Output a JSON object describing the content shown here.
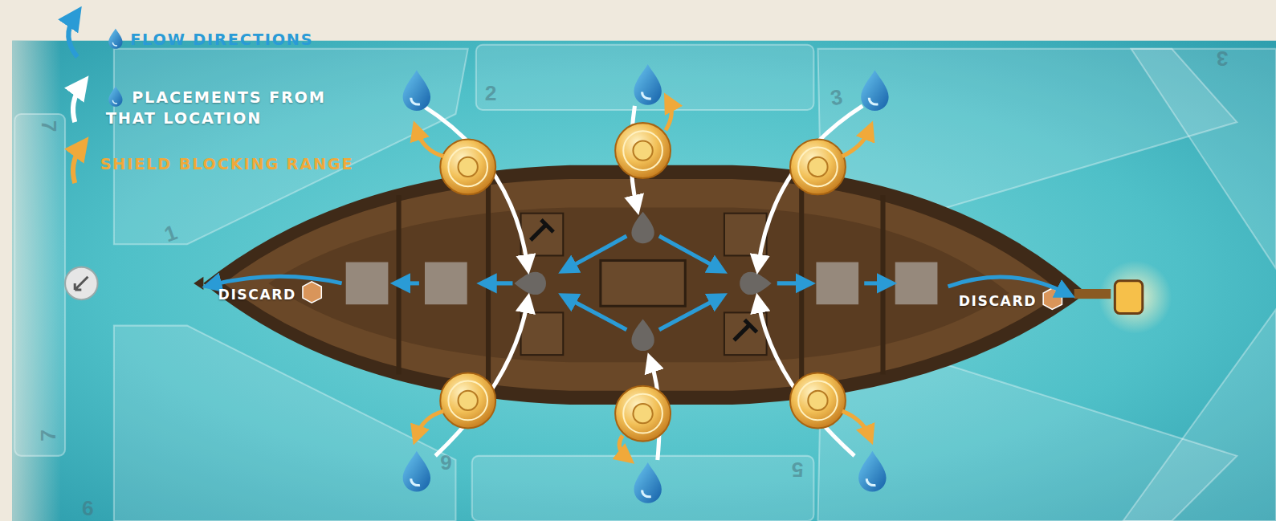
{
  "diagram": {
    "labels": [
      "7",
      "2",
      "3",
      "3",
      "1",
      "DISCARD",
      "DISCARD",
      "7",
      "6",
      "5",
      "6"
    ],
    "legend": [
      {
        "text": "FLOW DIRECTIONS"
      },
      {
        "text": "PLACEMENTS FROM THAT LOCATION"
      },
      {
        "text": "SHIELD BLOCKING RANGE"
      }
    ]
  }
}
